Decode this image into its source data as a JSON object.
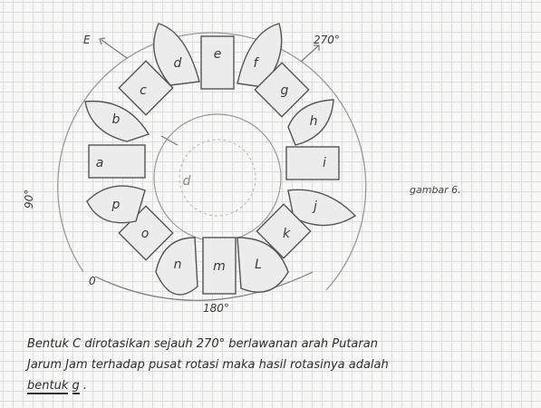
{
  "labels": {
    "angle_top": "270°",
    "angle_left": "90°",
    "angle_bottom": "180°",
    "zero": "0",
    "arrow_top_left": "E",
    "center_letter": "d"
  },
  "petals": [
    "d",
    "f",
    "g",
    "h",
    "i",
    "j",
    "k",
    "L",
    "m",
    "n",
    "o",
    "p",
    "a",
    "b",
    "c",
    "e"
  ],
  "caption": "gambar 6.",
  "note": {
    "line1": "Bentuk C dirotasikan sejauh 270° berlawanan arah Putaran",
    "line2": "Jarum Jam terhadap pusat rotasi maka hasil rotasinya adalah",
    "line3_word": "bentuk",
    "line3_answer": "g",
    "line3_end": "."
  }
}
